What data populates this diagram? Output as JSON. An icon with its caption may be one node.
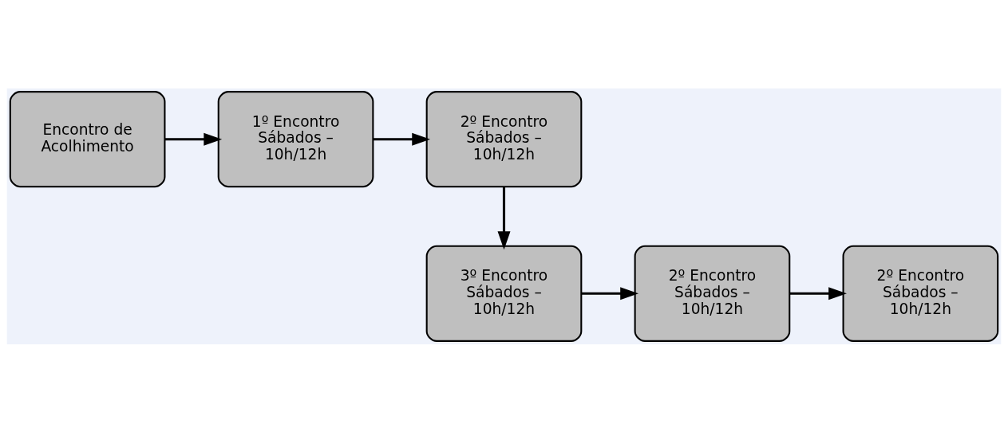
{
  "diagram": {
    "nodes": [
      {
        "text": [
          "Encontro de Acolhimento"
        ]
      },
      {
        "text": [
          "1º Encontro Sábados – 10h/12h"
        ]
      },
      {
        "text": [
          "2º Encontro Sábados – 10h/12h"
        ]
      },
      {
        "text": [
          "2º Encontro Sábados – 10h/12h"
        ]
      },
      {
        "text": [
          "2º Encontro Sábados – 10h/12h"
        ]
      },
      {
        "text": [
          "3º Encontro Sábados – 10h/12h"
        ]
      }
    ],
    "edges": [
      {
        "from": 0,
        "to": 1,
        "arrow": "to"
      },
      {
        "from": 1,
        "to": 2,
        "arrow": "to"
      },
      {
        "from": 2,
        "to": 5,
        "arrow": "to"
      },
      {
        "from": 5,
        "to": 4,
        "arrow": "to"
      },
      {
        "from": 4,
        "to": 3,
        "arrow": "to"
      }
    ]
  }
}
